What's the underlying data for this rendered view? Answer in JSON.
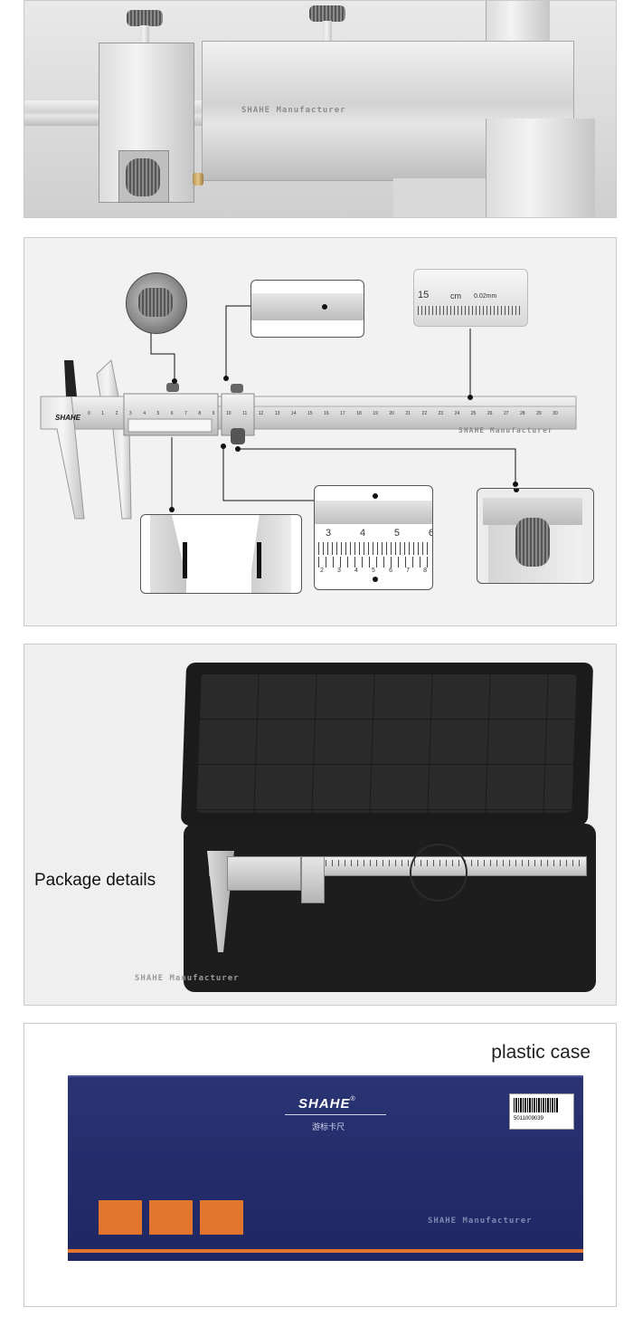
{
  "panel1": {
    "brand_engraving": "SHAHE Manufacturer"
  },
  "panel2": {
    "ruler_brand": "SHAHE",
    "ruler_watermark": "SHAHE Manufacturer",
    "main_scale_numbers": [
      "0",
      "1",
      "2",
      "3",
      "4",
      "5",
      "6",
      "7",
      "8",
      "9",
      "10",
      "11",
      "12",
      "13",
      "14",
      "15",
      "16",
      "17",
      "18",
      "19",
      "20",
      "21",
      "22",
      "23",
      "24",
      "25",
      "26",
      "27",
      "28",
      "29",
      "30"
    ],
    "zoom_scale": {
      "number": "15",
      "unit": "cm",
      "resolution": "0.02mm"
    },
    "vernier_numbers_top": [
      "3",
      "4",
      "5",
      "6"
    ],
    "vernier_numbers_bottom": [
      "2",
      "3",
      "4",
      "5",
      "6",
      "7",
      "8"
    ]
  },
  "panel3": {
    "label": "Package details",
    "watermark": "SHAHE Manufacturer"
  },
  "panel4": {
    "label": "plastic case",
    "box_brand": "SHAHE",
    "box_brand_mark": "®",
    "box_subtitle": "游标卡尺",
    "barcode_number": "5011009039",
    "watermark": "SHAHE Manufacturer"
  }
}
